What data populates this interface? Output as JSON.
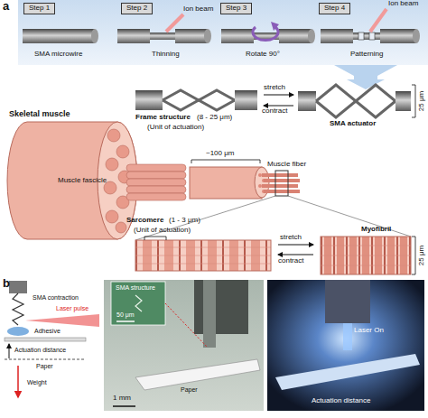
{
  "diagram": {
    "nodes": [
      {
        "text": [
          "Step 1"
        ]
      },
      {
        "text": [
          "Step 2"
        ]
      },
      {
        "text": [
          "Step 3"
        ]
      },
      {
        "text": [
          "Step 4"
        ]
      }
    ],
    "labels": [
      "a",
      "Ion beam",
      "Ion beam",
      "SMA microwire",
      "Thinning",
      "Rotate 90°",
      "Patterning",
      "stretch",
      "contract",
      "Frame structure",
      "(8 - 25 μm)",
      "(Unit of actuation)",
      "SMA actuator",
      "25 μm",
      "Skeletal muscle",
      "Muscle fascicle",
      "~100 μm",
      "Muscle fiber",
      "Sarcomere",
      "(1 - 3 μm)",
      "(Unit of actuation)",
      "Myofibril",
      "stretch",
      "contract",
      "25 μm",
      "b",
      "SMA contraction",
      "Laser pulse",
      "Adhesive",
      "Actuation distance",
      "Paper",
      "Weight",
      "SMA structure",
      "50 μm",
      "1 mm",
      "Paper",
      "Laser On",
      "Actuation distance"
    ]
  }
}
